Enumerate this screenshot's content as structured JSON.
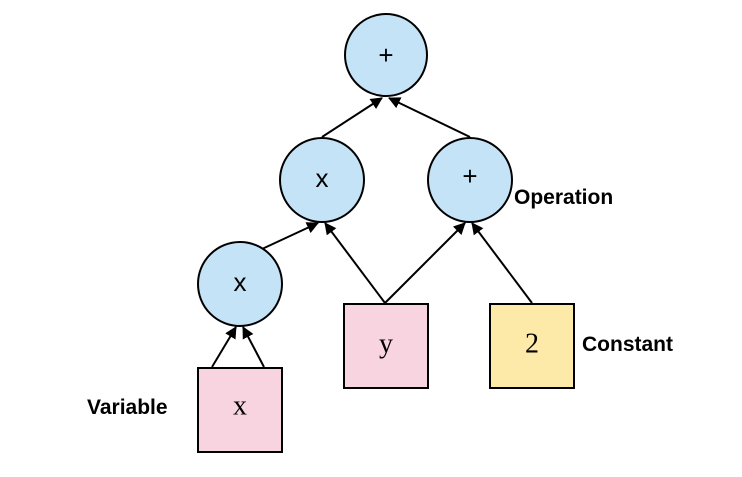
{
  "diagram": {
    "nodes": {
      "root_plus": {
        "label": "+",
        "kind": "operation"
      },
      "mid_times": {
        "label": "x",
        "kind": "operation"
      },
      "mid_plus": {
        "label": "+",
        "kind": "operation"
      },
      "low_times": {
        "label": "x",
        "kind": "operation"
      },
      "var_y": {
        "label": "y",
        "kind": "variable"
      },
      "const_2": {
        "label": "2",
        "kind": "constant"
      },
      "var_x": {
        "label": "x",
        "kind": "variable"
      }
    },
    "edges": [
      {
        "from": "mid_times",
        "to": "root_plus"
      },
      {
        "from": "mid_plus",
        "to": "root_plus"
      },
      {
        "from": "low_times",
        "to": "mid_times"
      },
      {
        "from": "var_y",
        "to": "mid_times"
      },
      {
        "from": "var_y",
        "to": "mid_plus"
      },
      {
        "from": "const_2",
        "to": "mid_plus"
      },
      {
        "from": "var_x",
        "to": "low_times"
      },
      {
        "from": "var_x",
        "to": "low_times"
      }
    ],
    "legend": {
      "operation": "Operation",
      "constant": "Constant",
      "variable": "Variable"
    },
    "colors": {
      "operation": "#c5e3f6",
      "variable": "#f8d4e0",
      "constant": "#fde9a8",
      "stroke": "#000000"
    }
  }
}
